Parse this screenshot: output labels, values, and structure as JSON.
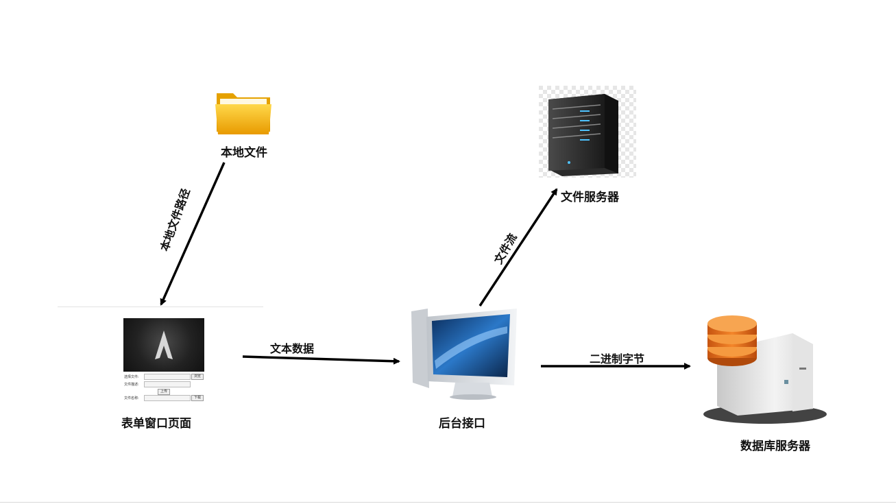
{
  "nodes": {
    "local_file": "本地文件",
    "form_page": "表单窗口页面",
    "backend": "后台接口",
    "file_server": "文件服务器",
    "db_server": "数据库服务器"
  },
  "edges": {
    "local_path": "本地文件路径",
    "text_data": "文本数据",
    "file_stream": "文件流",
    "binary_bytes": "二进制字节"
  },
  "form_mockup": {
    "choose_file_label": "选择文件:",
    "browse_button": "浏览",
    "file_desc_label": "文件描述:",
    "upload_button": "上传",
    "file_name_label": "文件名称:",
    "download_button": "下载"
  },
  "colors": {
    "arrow": "#000000",
    "folder": "#f5b400",
    "db_disk": "#e8741a"
  }
}
